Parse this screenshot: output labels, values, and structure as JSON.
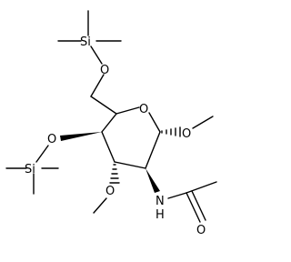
{
  "molecule": {
    "atom_labels": {
      "si_top": "Si",
      "o_top": "O",
      "o_ring": "O",
      "o_anomeric": "O",
      "o_c4": "O",
      "si_bottom": "Si",
      "o_c3": "O",
      "n_amide": "N",
      "h_amide": "H",
      "o_carbonyl": "O"
    }
  }
}
